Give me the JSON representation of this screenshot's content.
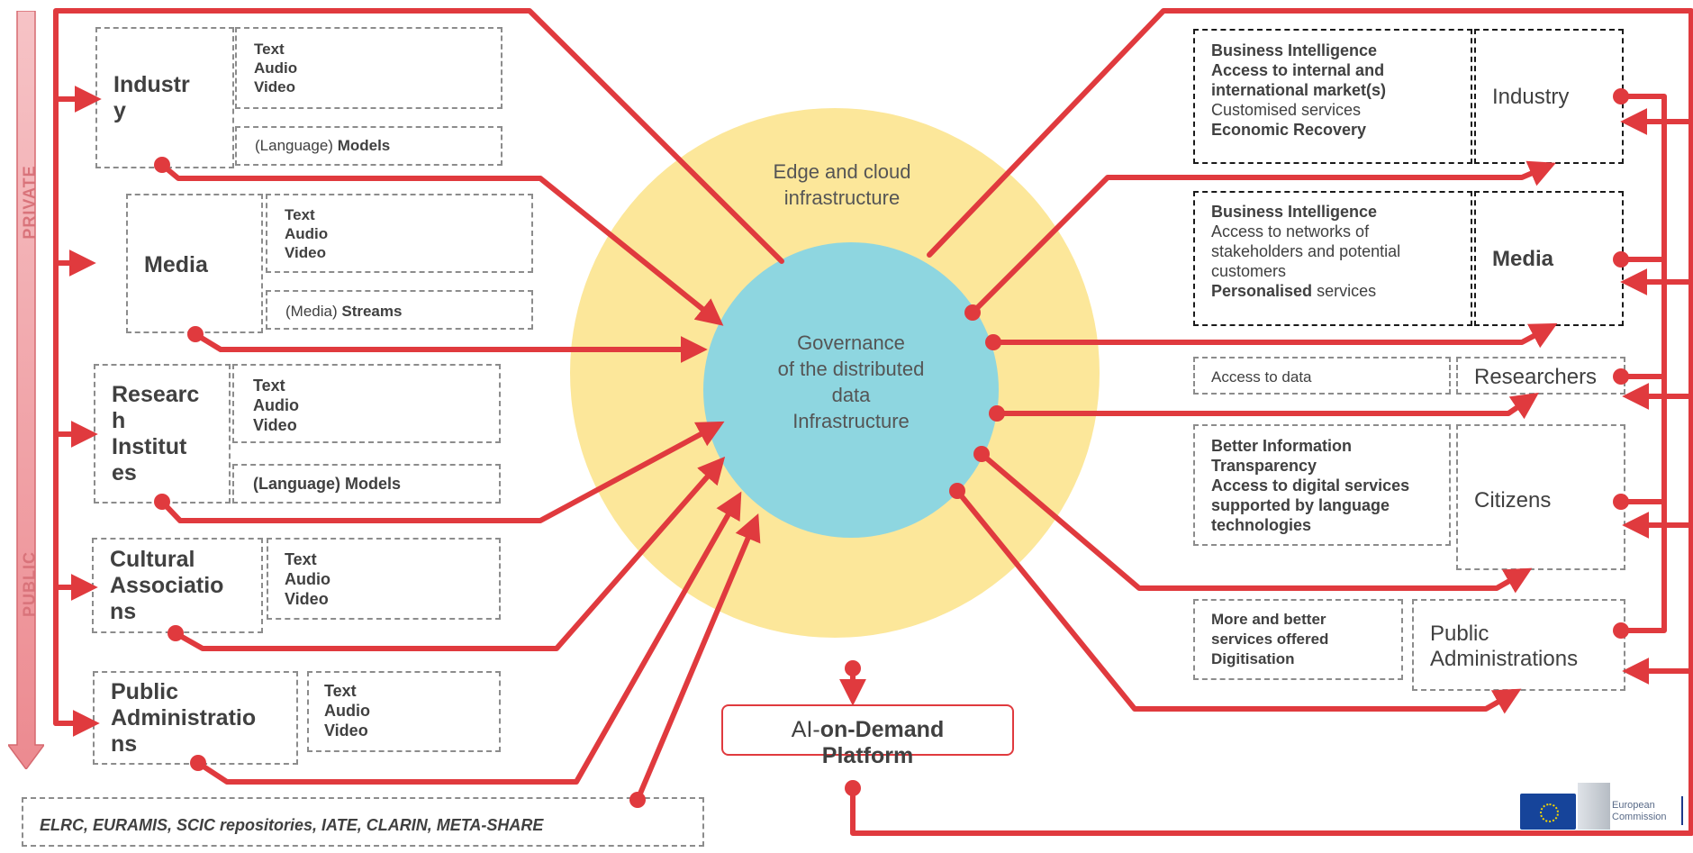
{
  "circles": {
    "outer_label": "Edge and cloud\ninfrastructure",
    "inner_label": "Governance\nof the distributed\ndata\nInfrastructure",
    "outer_color": "#fce79a",
    "inner_color": "#8ed6e0"
  },
  "axis": {
    "private": "PRIVATE",
    "public": "PUBLIC",
    "arrow_color": "#f2a6aa"
  },
  "accent_color": "#e03a3e",
  "left_sectors": [
    {
      "name": "Industr\ny",
      "types": "Text\nAudio\nVideo",
      "extra_prefix": "(Language) ",
      "extra_bold": "Models"
    },
    {
      "name": "Media",
      "types": "Text\nAudio\nVideo",
      "extra_prefix": "(Media) ",
      "extra_bold": "Streams"
    },
    {
      "name": "Researc\nh\nInstitut\nes",
      "types": "Text\nAudio\nVideo",
      "extra_prefix": "",
      "extra_bold": "(Language) Models"
    },
    {
      "name": "Cultural\nAssociatio\nns",
      "types": "Text\nAudio\nVideo"
    },
    {
      "name": "Public\nAdministratio\nns",
      "types": "Text\nAudio\nVideo"
    }
  ],
  "repositories": "ELRC, EURAMIS, SCIC repositories, IATE, CLARIN, META-SHARE",
  "platform": {
    "prefix": "AI-",
    "bold": "on-Demand\nPlatform"
  },
  "right_beneficiaries": [
    {
      "name": "Industry",
      "benefits": [
        {
          "text": "Business Intelligence",
          "bold": true
        },
        {
          "text": "Access to internal and international market(s)",
          "bold": true
        },
        {
          "text": "Customised services",
          "bold": false
        },
        {
          "text": "Economic Recovery",
          "bold": true
        }
      ]
    },
    {
      "name": "Media",
      "benefits": [
        {
          "text": "Business Intelligence",
          "bold": true
        },
        {
          "text": "Access to networks of stakeholders and potential customers",
          "bold": false
        },
        {
          "text": "Personalised",
          "bold": true,
          "suffix": " services"
        }
      ]
    },
    {
      "name": "Researchers",
      "benefits": [
        {
          "text": "Access to data",
          "bold": false
        }
      ]
    },
    {
      "name": "Citizens",
      "benefits": [
        {
          "text": "Better Information Transparency",
          "bold": true
        },
        {
          "text": "Access to digital services supported by language technologies",
          "bold": true
        }
      ]
    },
    {
      "name": "Public\nAdministrations",
      "benefits": [
        {
          "text": "More and better services offered",
          "bold": true
        },
        {
          "text": "Digitisation",
          "bold": true
        }
      ]
    }
  ],
  "logo": {
    "line1": "European",
    "line2": "Commission"
  }
}
